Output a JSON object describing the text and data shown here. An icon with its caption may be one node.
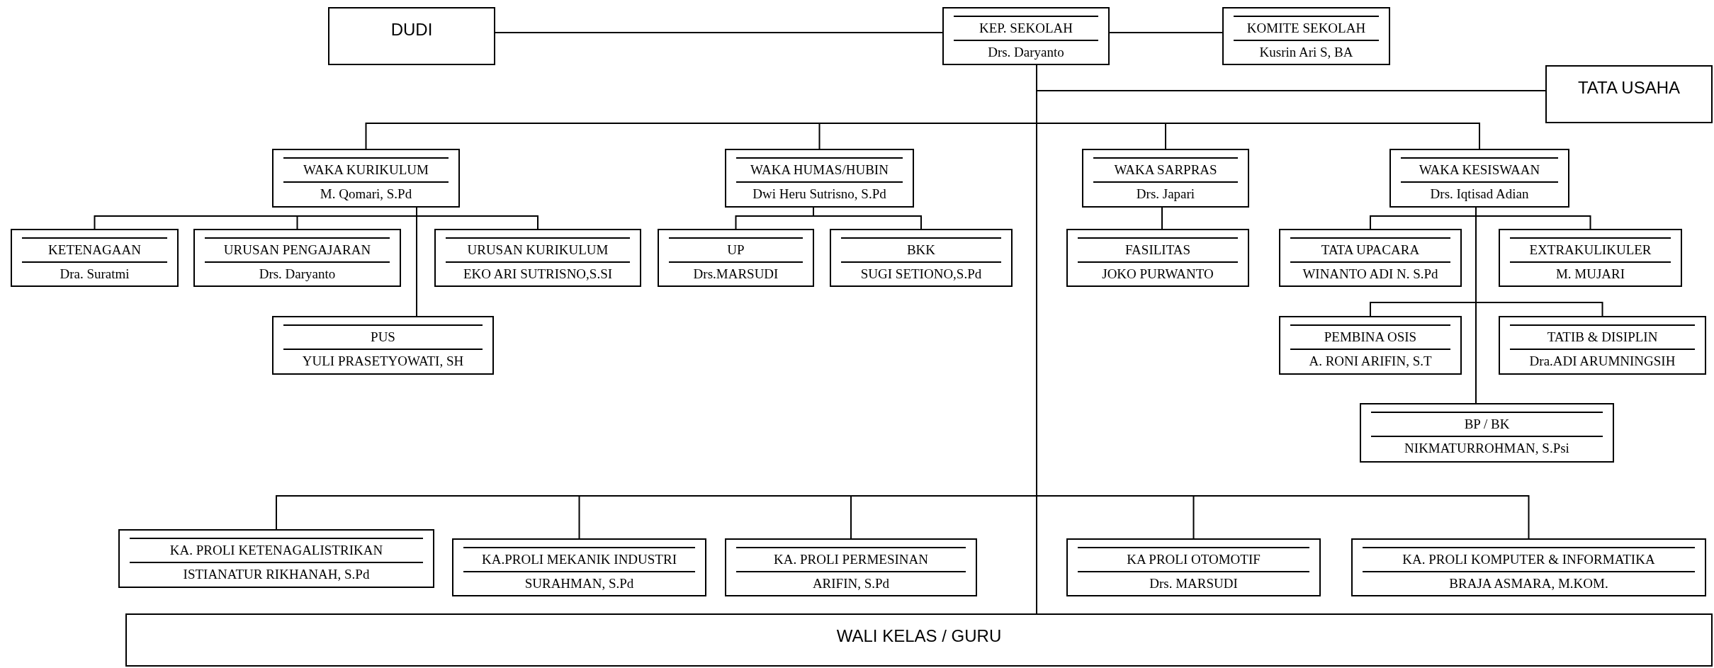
{
  "diagram": {
    "nodes": [
      {
        "text": [
          "DUDI"
        ]
      },
      {
        "text": [
          "KEP. SEKOLAH",
          "Drs. Daryanto"
        ]
      },
      {
        "text": [
          "KOMITE SEKOLAH",
          "Kusrin Ari S, BA"
        ]
      },
      {
        "text": [
          "TATA USAHA"
        ]
      },
      {
        "text": [
          "WAKA KURIKULUM",
          "M. Qomari, S.Pd"
        ]
      },
      {
        "text": [
          "WAKA HUMAS/HUBIN",
          "Dwi Heru Sutrisno, S.Pd"
        ]
      },
      {
        "text": [
          "WAKA SARPRAS",
          "Drs. Japari"
        ]
      },
      {
        "text": [
          "WAKA KESISWAAN",
          "Drs. Iqtisad Adian"
        ]
      },
      {
        "text": [
          "KETENAGAAN",
          "Dra. Suratmi"
        ]
      },
      {
        "text": [
          "URUSAN PENGAJARAN",
          "Drs. Daryanto"
        ]
      },
      {
        "text": [
          "URUSAN KURIKULUM",
          "EKO ARI SUTRISNO,S.SI"
        ]
      },
      {
        "text": [
          "UP",
          "Drs.MARSUDI"
        ]
      },
      {
        "text": [
          "BKK",
          "SUGI SETIONO,S.Pd"
        ]
      },
      {
        "text": [
          "FASILITAS",
          "JOKO PURWANTO"
        ]
      },
      {
        "text": [
          "TATA UPACARA",
          "WINANTO ADI N. S.Pd"
        ]
      },
      {
        "text": [
          "EXTRAKULIKULER",
          "M. MUJARI"
        ]
      },
      {
        "text": [
          "PUS",
          "YULI PRASETYOWATI, SH"
        ]
      },
      {
        "text": [
          "PEMBINA OSIS",
          "A. RONI ARIFIN,  S.T"
        ]
      },
      {
        "text": [
          "TATIB & DISIPLIN",
          "Dra.ADI ARUMNINGSIH"
        ]
      },
      {
        "text": [
          "BP / BK",
          "NIKMATURROHMAN, S.Psi"
        ]
      },
      {
        "text": [
          "KA. PROLI KETENAGALISTRIKAN",
          "ISTIANATUR RIKHANAH, S.Pd"
        ]
      },
      {
        "text": [
          "KA.PROLI MEKANIK INDUSTRI",
          "SURAHMAN, S.Pd"
        ]
      },
      {
        "text": [
          "KA. PROLI PERMESINAN",
          "ARIFIN, S.Pd"
        ]
      },
      {
        "text": [
          "KA PROLI OTOMOTIF",
          "Drs. MARSUDI"
        ]
      },
      {
        "text": [
          "KA. PROLI KOMPUTER & INFORMATIKA",
          "BRAJA ASMARA, M.KOM."
        ]
      },
      {
        "text": [
          "WALI KELAS / GURU"
        ]
      }
    ],
    "edges": [
      {
        "from": 0,
        "to": 1,
        "arrow": "none"
      },
      {
        "from": 1,
        "to": 2,
        "arrow": "none"
      },
      {
        "from": 1,
        "to": 3,
        "arrow": "none"
      },
      {
        "from": 1,
        "to": 4,
        "arrow": "none"
      },
      {
        "from": 1,
        "to": 5,
        "arrow": "none"
      },
      {
        "from": 1,
        "to": 6,
        "arrow": "none"
      },
      {
        "from": 1,
        "to": 7,
        "arrow": "none"
      },
      {
        "from": 4,
        "to": 8,
        "arrow": "none"
      },
      {
        "from": 4,
        "to": 9,
        "arrow": "none"
      },
      {
        "from": 4,
        "to": 10,
        "arrow": "none"
      },
      {
        "from": 4,
        "to": 16,
        "arrow": "none"
      },
      {
        "from": 5,
        "to": 11,
        "arrow": "none"
      },
      {
        "from": 5,
        "to": 12,
        "arrow": "none"
      },
      {
        "from": 6,
        "to": 13,
        "arrow": "none"
      },
      {
        "from": 7,
        "to": 14,
        "arrow": "none"
      },
      {
        "from": 7,
        "to": 15,
        "arrow": "none"
      },
      {
        "from": 7,
        "to": 17,
        "arrow": "none"
      },
      {
        "from": 7,
        "to": 18,
        "arrow": "none"
      },
      {
        "from": 7,
        "to": 19,
        "arrow": "none"
      },
      {
        "from": 1,
        "to": 20,
        "arrow": "none"
      },
      {
        "from": 1,
        "to": 21,
        "arrow": "none"
      },
      {
        "from": 1,
        "to": 22,
        "arrow": "none"
      },
      {
        "from": 1,
        "to": 23,
        "arrow": "none"
      },
      {
        "from": 1,
        "to": 24,
        "arrow": "none"
      },
      {
        "from": 1,
        "to": 25,
        "arrow": "none"
      }
    ]
  }
}
